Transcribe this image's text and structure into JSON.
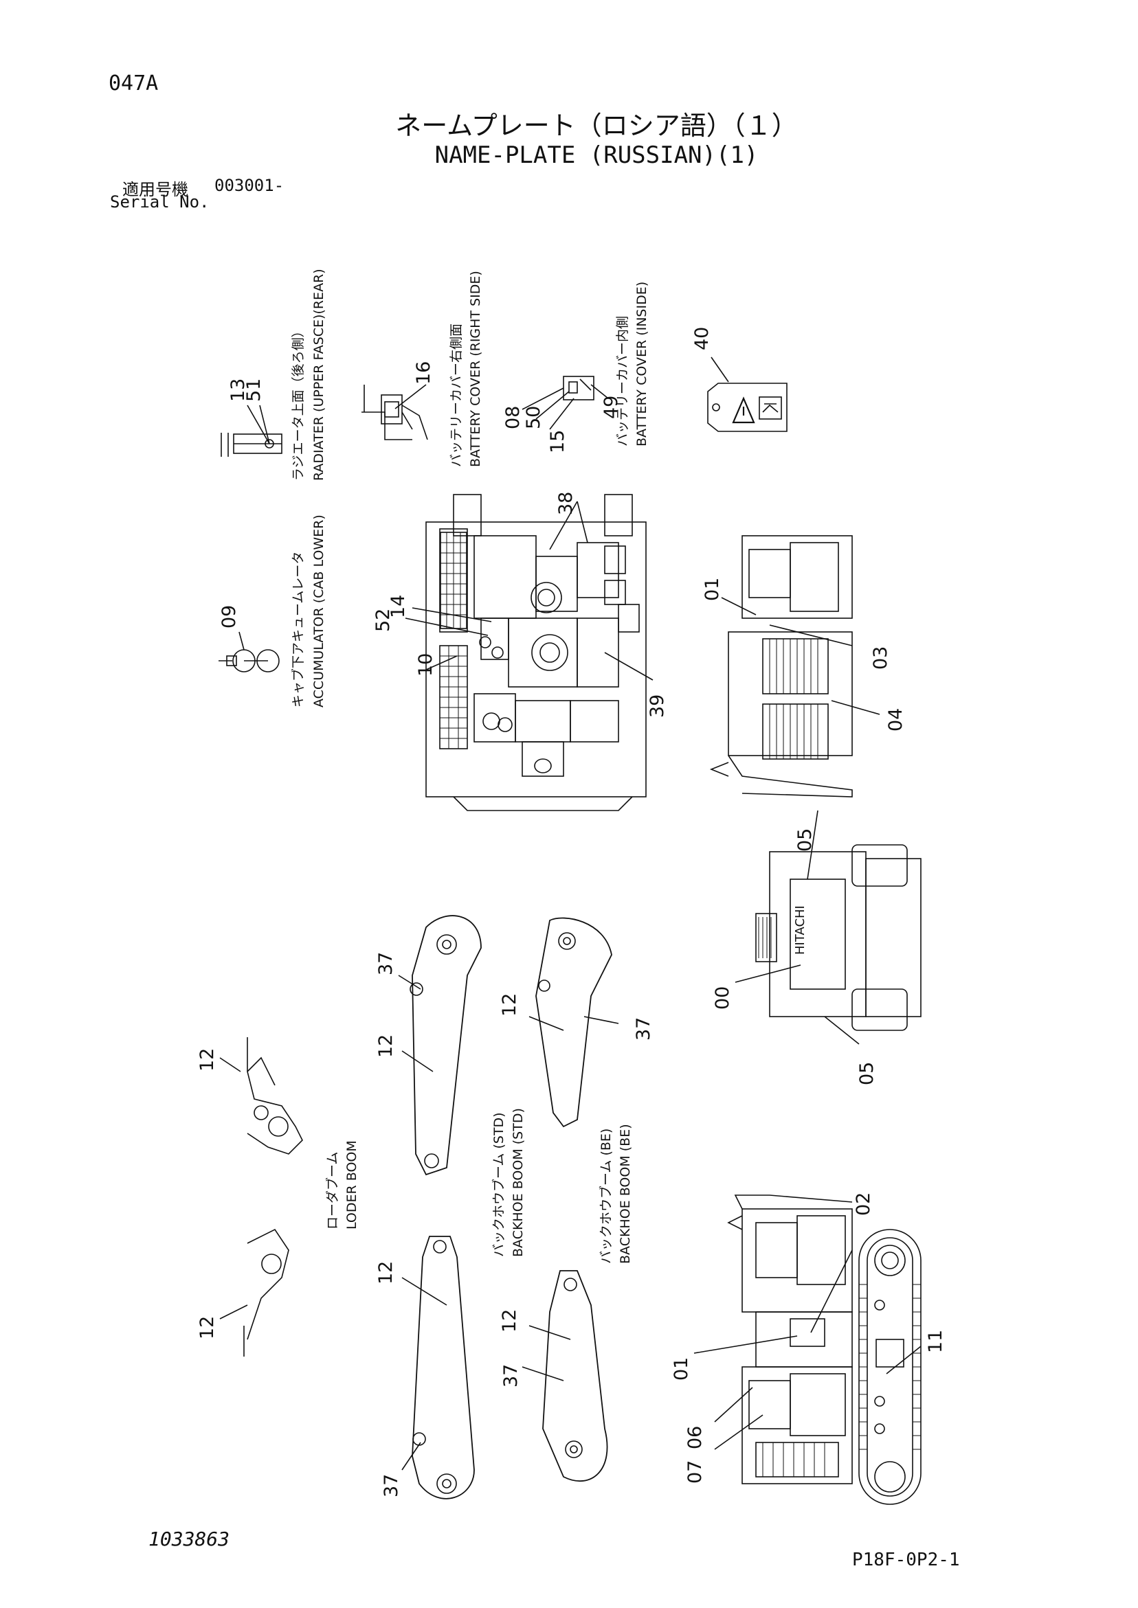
{
  "header": {
    "page_code": "047A",
    "title_jp": "ネームプレート（ロシア語）（１）",
    "title_en": "NAME-PLATE (RUSSIAN)(1)",
    "serial_label_jp": "適用号機",
    "serial_value": "003001-",
    "serial_label_en": "Serial No."
  },
  "captions": {
    "radiator_jp": "ラジエータ上面（後ろ側）",
    "radiator_en": "RADIATER (UPPER FASCE)(REAR)",
    "battery_right_jp": "バッテリーカバー右側面",
    "battery_right_en": "BATTERY COVER (RIGHT SIDE)",
    "battery_inside_jp": "バッテリーカバー内側",
    "battery_inside_en": "BATTERY COVER (INSIDE)",
    "accumulator_jp": "キャブ下アキュームレータ",
    "accumulator_en": "ACCUMULATOR (CAB LOWER)",
    "loader_jp": "ローダブーム",
    "loader_en": "LODER BOOM",
    "backhoe_std_jp": "バックホウブーム (STD)",
    "backhoe_std_en": "BACKHOE BOOM (STD)",
    "backhoe_be_jp": "バックホウブーム (BE)",
    "backhoe_be_en": "BACKHOE BOOM (BE)"
  },
  "callouts": {
    "c13": "13",
    "c51": "51",
    "c16": "16",
    "c08": "08",
    "c50": "50",
    "c15": "15",
    "c49": "49",
    "c40": "40",
    "c38": "38",
    "c52": "52",
    "c14": "14",
    "c10": "10",
    "c09": "09",
    "c39": "39",
    "c01a": "01",
    "c03": "03",
    "c04": "04",
    "c05a": "05",
    "c05b": "05",
    "c00": "00",
    "c37a": "37",
    "c12a": "12",
    "c12b": "12",
    "c37b": "37",
    "c12c": "12",
    "c02": "02",
    "c12d": "12",
    "c12e": "12",
    "c12f": "12",
    "c37c": "37",
    "c37d": "37",
    "c01b": "01",
    "c06": "06",
    "c07": "07",
    "c11": "11"
  },
  "brand": "HITACHI",
  "footer": {
    "doc_number": "1033863",
    "page_ref": "P18F-0P2-1"
  }
}
